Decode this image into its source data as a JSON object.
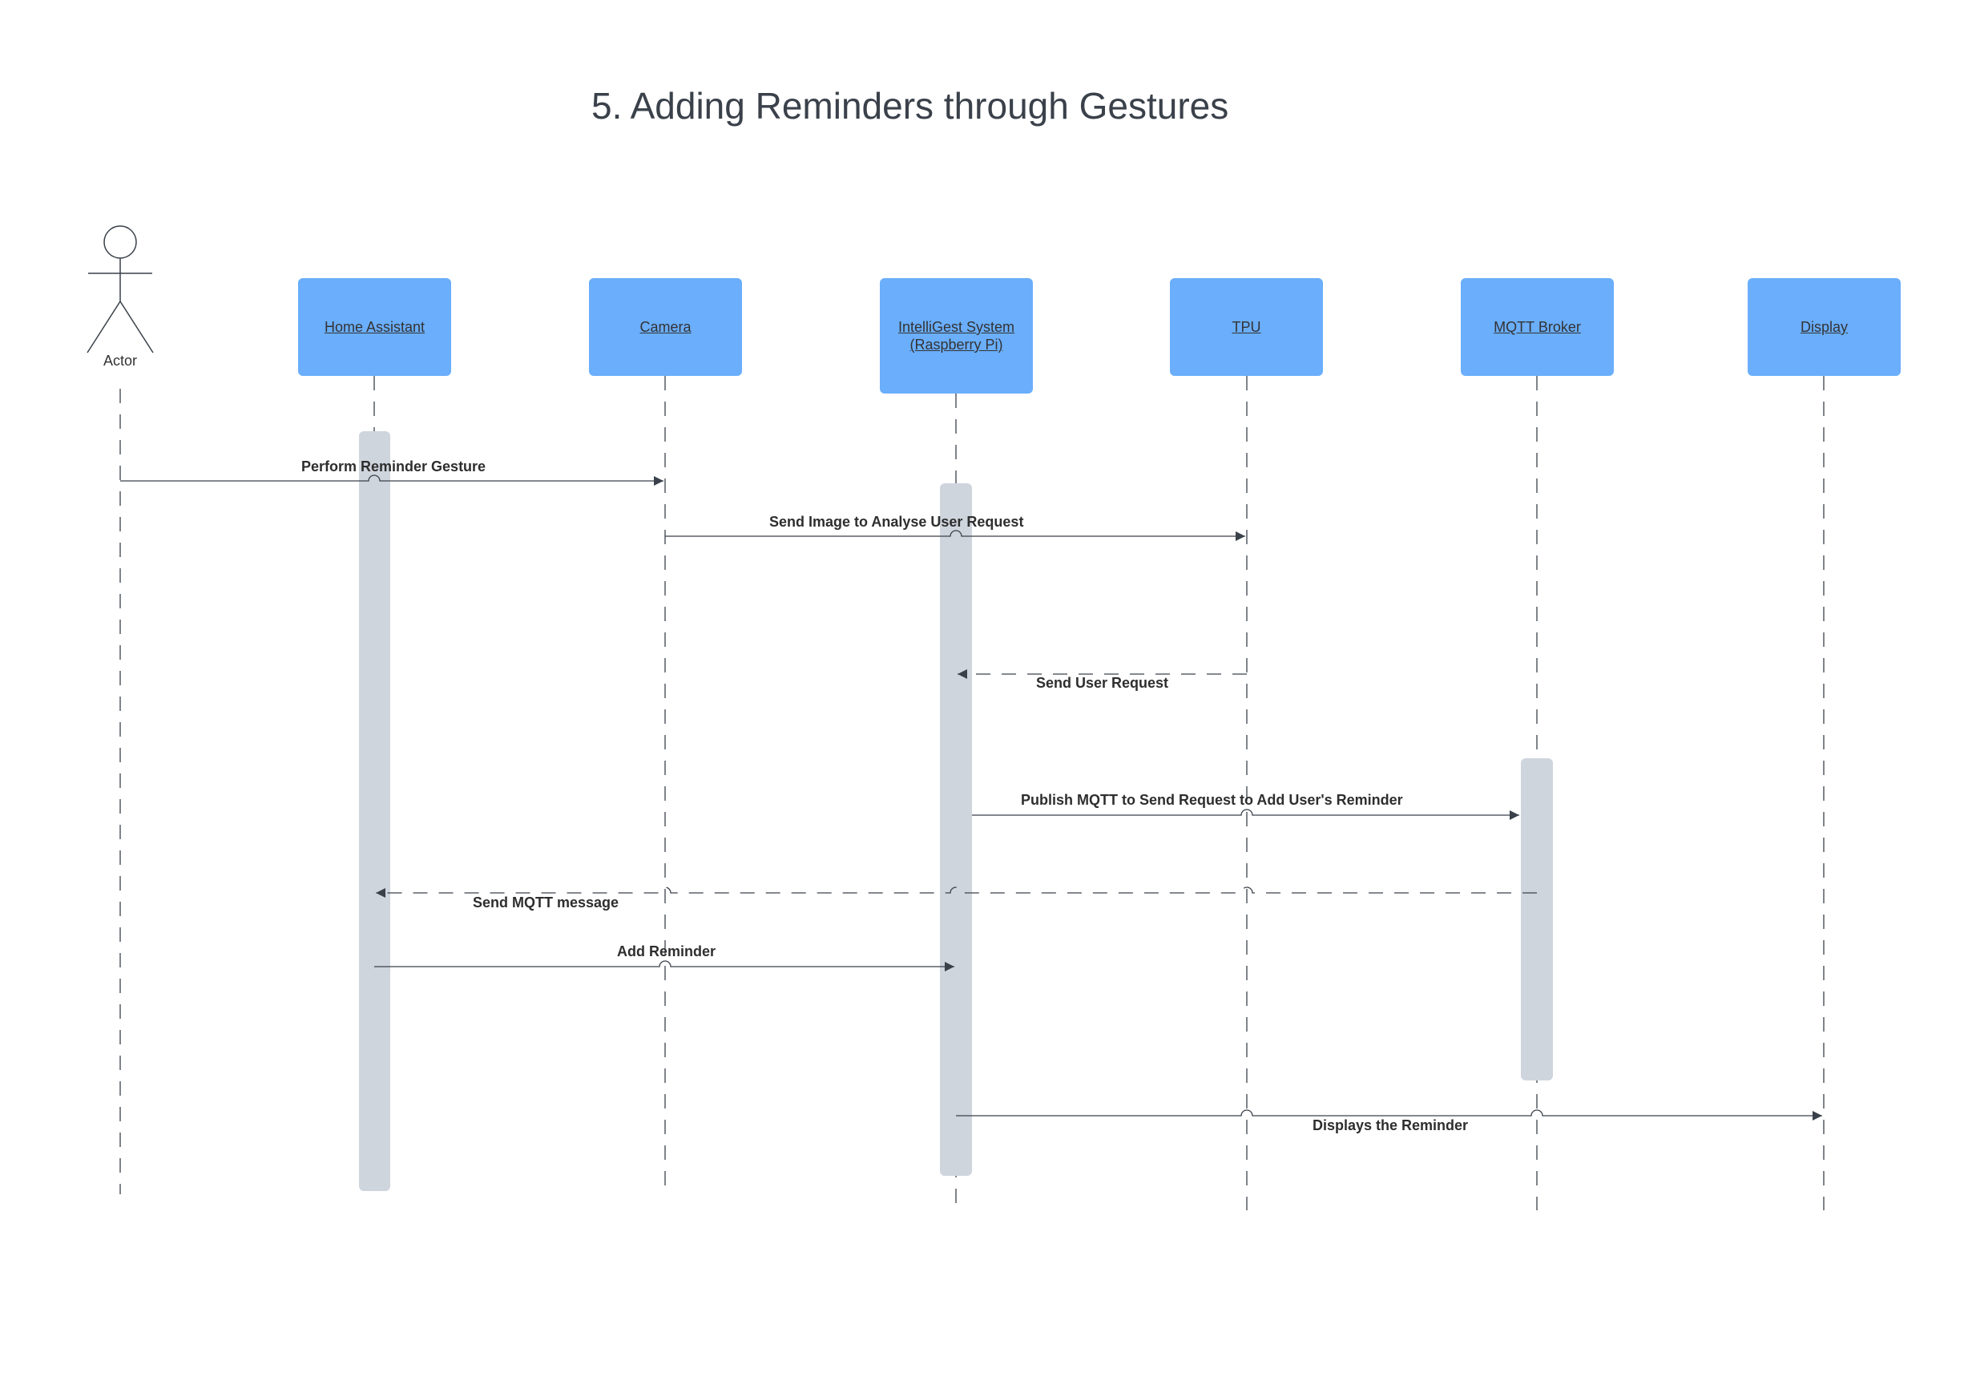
{
  "title": "5. Adding Reminders through Gestures",
  "actor": {
    "label": "Actor"
  },
  "participants": [
    {
      "label": "Home Assistant"
    },
    {
      "label": "Camera"
    },
    {
      "label": "IntelliGest System\n(Raspberry Pi)"
    },
    {
      "label": "TPU"
    },
    {
      "label": "MQTT Broker"
    },
    {
      "label": "Display"
    }
  ],
  "messages": [
    {
      "label": "Perform Reminder Gesture",
      "from": "Actor",
      "to": "Camera",
      "style": "solid"
    },
    {
      "label": "Send Image to Analyse User Request",
      "from": "Camera",
      "to": "TPU",
      "style": "solid"
    },
    {
      "label": "Send User Request",
      "from": "TPU",
      "to": "IntelliGest System (Raspberry Pi)",
      "style": "dashed"
    },
    {
      "label": "Publish MQTT to Send Request to Add User's Reminder",
      "from": "IntelliGest System (Raspberry Pi)",
      "to": "MQTT Broker",
      "style": "solid"
    },
    {
      "label": "Send MQTT message",
      "from": "MQTT Broker",
      "to": "Home Assistant",
      "style": "dashed"
    },
    {
      "label": "Add Reminder",
      "from": "Home Assistant",
      "to": "IntelliGest System (Raspberry Pi)",
      "style": "solid"
    },
    {
      "label": "Displays the Reminder",
      "from": "IntelliGest System (Raspberry Pi)",
      "to": "Display",
      "style": "solid"
    }
  ],
  "colors": {
    "box": "#6aaefc",
    "activation": "#cfd5dd",
    "line": "#3a414a",
    "title": "#3a414a"
  }
}
